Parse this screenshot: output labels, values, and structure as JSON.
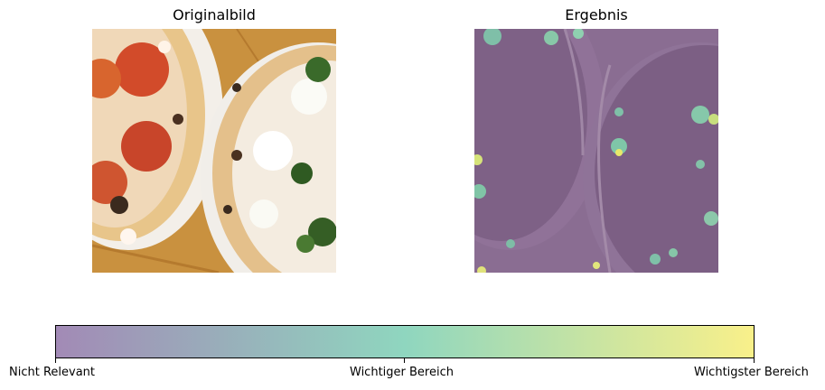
{
  "panels": {
    "left_title": "Originalbild",
    "right_title": "Ergebnis"
  },
  "colorbar": {
    "tick_labels": [
      "Nicht Relevant",
      "Wichtiger Bereich",
      "Wichtigster Bereich"
    ],
    "colors": [
      "#a28ab6",
      "#8fd6bf",
      "#f9f08a"
    ]
  }
}
